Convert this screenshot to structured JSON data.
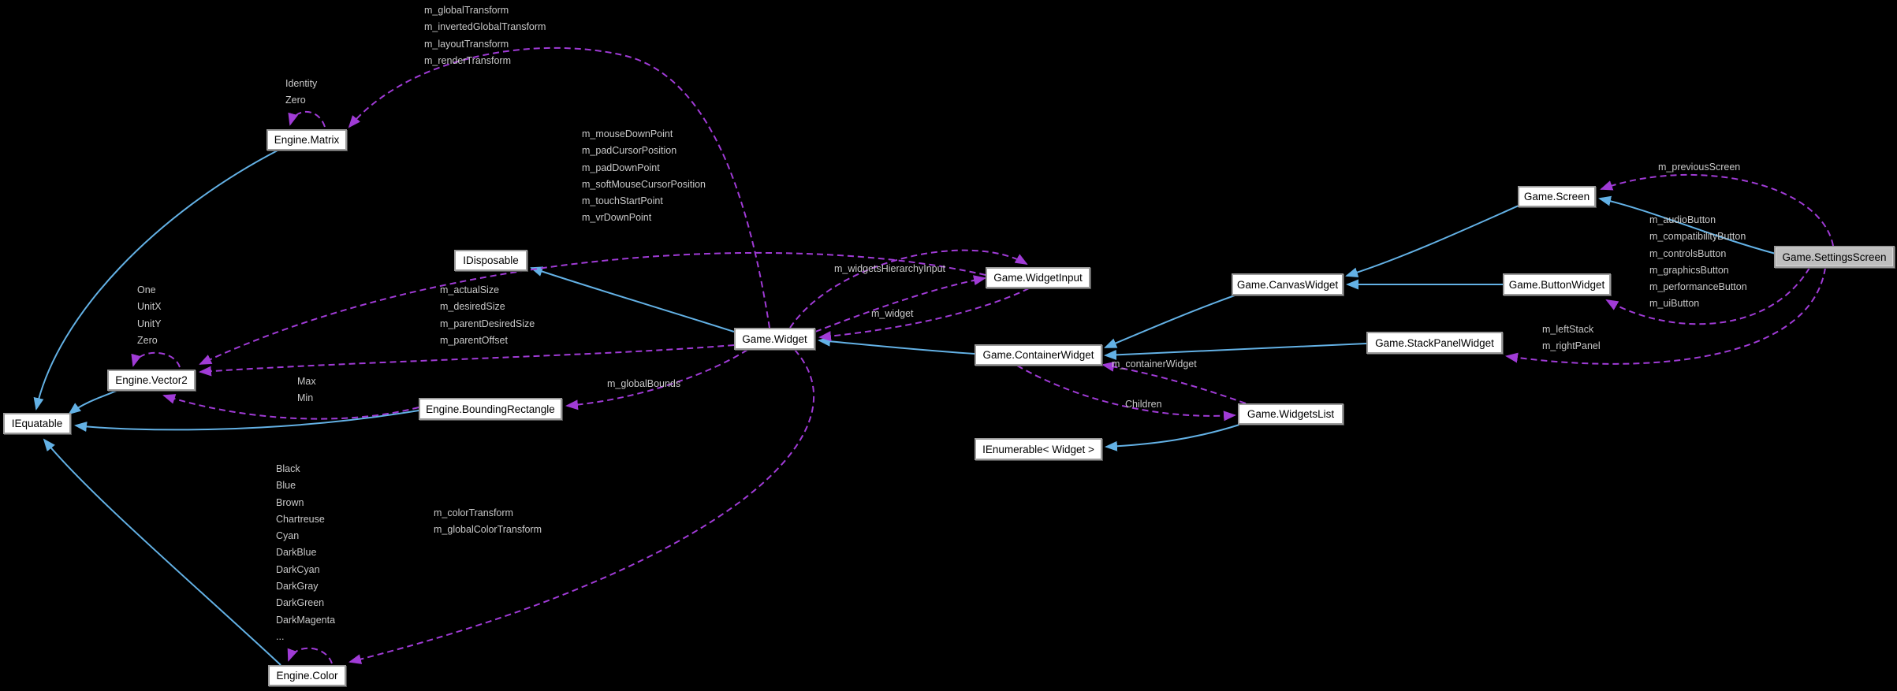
{
  "colors": {
    "background": "#000000",
    "edge-inherit": "#63B1E5",
    "edge-usage": "#A03BD6",
    "node-bg": "#FFFFFF",
    "node-border": "#9A9A9A",
    "node-selected-bg": "#BFBFBF",
    "node-text": "#000000",
    "label-text": "#C8C8C8"
  },
  "diagram": {
    "nodes": [
      {
        "id": "iequatable",
        "label": "IEquatable"
      },
      {
        "id": "engine-matrix",
        "label": "Engine.Matrix"
      },
      {
        "id": "engine-vector2",
        "label": "Engine.Vector2"
      },
      {
        "id": "engine-boundingrectangle",
        "label": "Engine.BoundingRectangle"
      },
      {
        "id": "engine-color",
        "label": "Engine.Color"
      },
      {
        "id": "idisposable",
        "label": "IDisposable"
      },
      {
        "id": "game-widget",
        "label": "Game.Widget"
      },
      {
        "id": "game-widgetinput",
        "label": "Game.WidgetInput"
      },
      {
        "id": "game-containerwidget",
        "label": "Game.ContainerWidget"
      },
      {
        "id": "game-widgetslist",
        "label": "Game.WidgetsList"
      },
      {
        "id": "ienumerable-widget",
        "label": "IEnumerable< Widget >"
      },
      {
        "id": "game-canvaswidget",
        "label": "Game.CanvasWidget"
      },
      {
        "id": "game-stackpanelwidget",
        "label": "Game.StackPanelWidget"
      },
      {
        "id": "game-buttonwidget",
        "label": "Game.ButtonWidget"
      },
      {
        "id": "game-screen",
        "label": "Game.Screen"
      },
      {
        "id": "game-settingsscreen",
        "label": "Game.SettingsScreen"
      }
    ],
    "labels": [
      {
        "id": "widget-transforms",
        "text": "m_globalTransform\nm_invertedGlobalTransform\nm_layoutTransform\nm_renderTransform"
      },
      {
        "id": "matrix-statics",
        "text": "Identity\nZero"
      },
      {
        "id": "widgetinput-points",
        "text": "m_mouseDownPoint\nm_padCursorPosition\nm_padDownPoint\nm_softMouseCursorPosition\nm_touchStartPoint\nm_vrDownPoint"
      },
      {
        "id": "widget-sizes",
        "text": "m_actualSize\nm_desiredSize\nm_parentDesiredSize\nm_parentOffset"
      },
      {
        "id": "vector2-statics",
        "text": "One\nUnitX\nUnitY\nZero"
      },
      {
        "id": "boundingrect-minmax",
        "text": "Max\nMin"
      },
      {
        "id": "widget-globalbounds",
        "text": "m_globalBounds"
      },
      {
        "id": "widgets-hierarchy-input",
        "text": "m_widgetsHierarchyInput"
      },
      {
        "id": "widgetinput-widget",
        "text": "m_widget"
      },
      {
        "id": "container-widget-ref",
        "text": "m_containerWidget"
      },
      {
        "id": "container-children",
        "text": "Children"
      },
      {
        "id": "color-statics",
        "text": "Black\nBlue\nBrown\nChartreuse\nCyan\nDarkBlue\nDarkCyan\nDarkGray\nDarkGreen\nDarkMagenta\n..."
      },
      {
        "id": "widget-colortransforms",
        "text": "m_colorTransform\nm_globalColorTransform"
      },
      {
        "id": "settings-previousscreen",
        "text": "m_previousScreen"
      },
      {
        "id": "settings-buttons",
        "text": "m_audioButton\nm_compatibilityButton\nm_controlsButton\nm_graphicsButton\nm_performanceButton\nm_uiButton"
      },
      {
        "id": "settings-panels",
        "text": "m_leftStack\nm_rightPanel"
      }
    ]
  }
}
